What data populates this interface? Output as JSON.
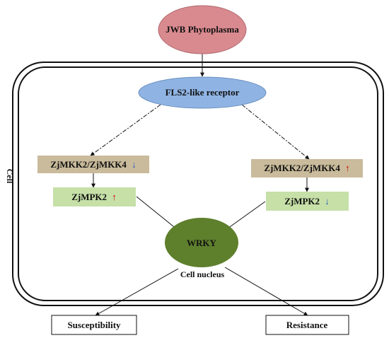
{
  "nodes": {
    "pathogen": "JWB Phytoplasma",
    "receptor": "FLS2-like receptor",
    "mkk_left": "ZjMKK2/ZjMKK4",
    "mkk_right": "ZjMKK2/ZjMKK4",
    "mpk_left": "ZjMPK2",
    "mpk_right": "ZjMPK2",
    "wrky": "WRKY",
    "nucleus_label": "Cell nucleus",
    "cell_label": "Cell",
    "outcome_left": "Susceptibility",
    "outcome_right": "Resistance"
  },
  "regulation": {
    "mkk_left": "down",
    "mkk_right": "up",
    "mpk_left": "up",
    "mpk_right": "down"
  },
  "arrow_symbols": {
    "up": "↑",
    "down": "↓"
  },
  "colors": {
    "pathogen_fill": "#d98a8f",
    "receptor_fill": "#8fb4e3",
    "mkk_fill": "#c9bb9b",
    "mpk_fill": "#c6e0a8",
    "wrky_fill": "#5e7f2c",
    "up_arrow": "#cc0000",
    "down_arrow": "#2a5bb7"
  }
}
